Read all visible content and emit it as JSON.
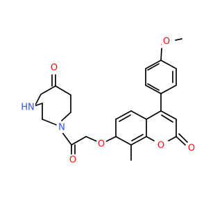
{
  "molecule": {
    "colors": {
      "carbon": "#000000",
      "oxygen": "#ff0d0d",
      "nitrogen": "#3050f8",
      "background": "#ffffff"
    },
    "atoms": {
      "o_methoxy": "O",
      "o_carbonyl_lactone": "O",
      "o_ring": "O",
      "o_ether": "O",
      "o_amide": "O",
      "n_piperazine": "N",
      "nh_piperazine": "HN",
      "o_piperazinone": "O"
    }
  }
}
